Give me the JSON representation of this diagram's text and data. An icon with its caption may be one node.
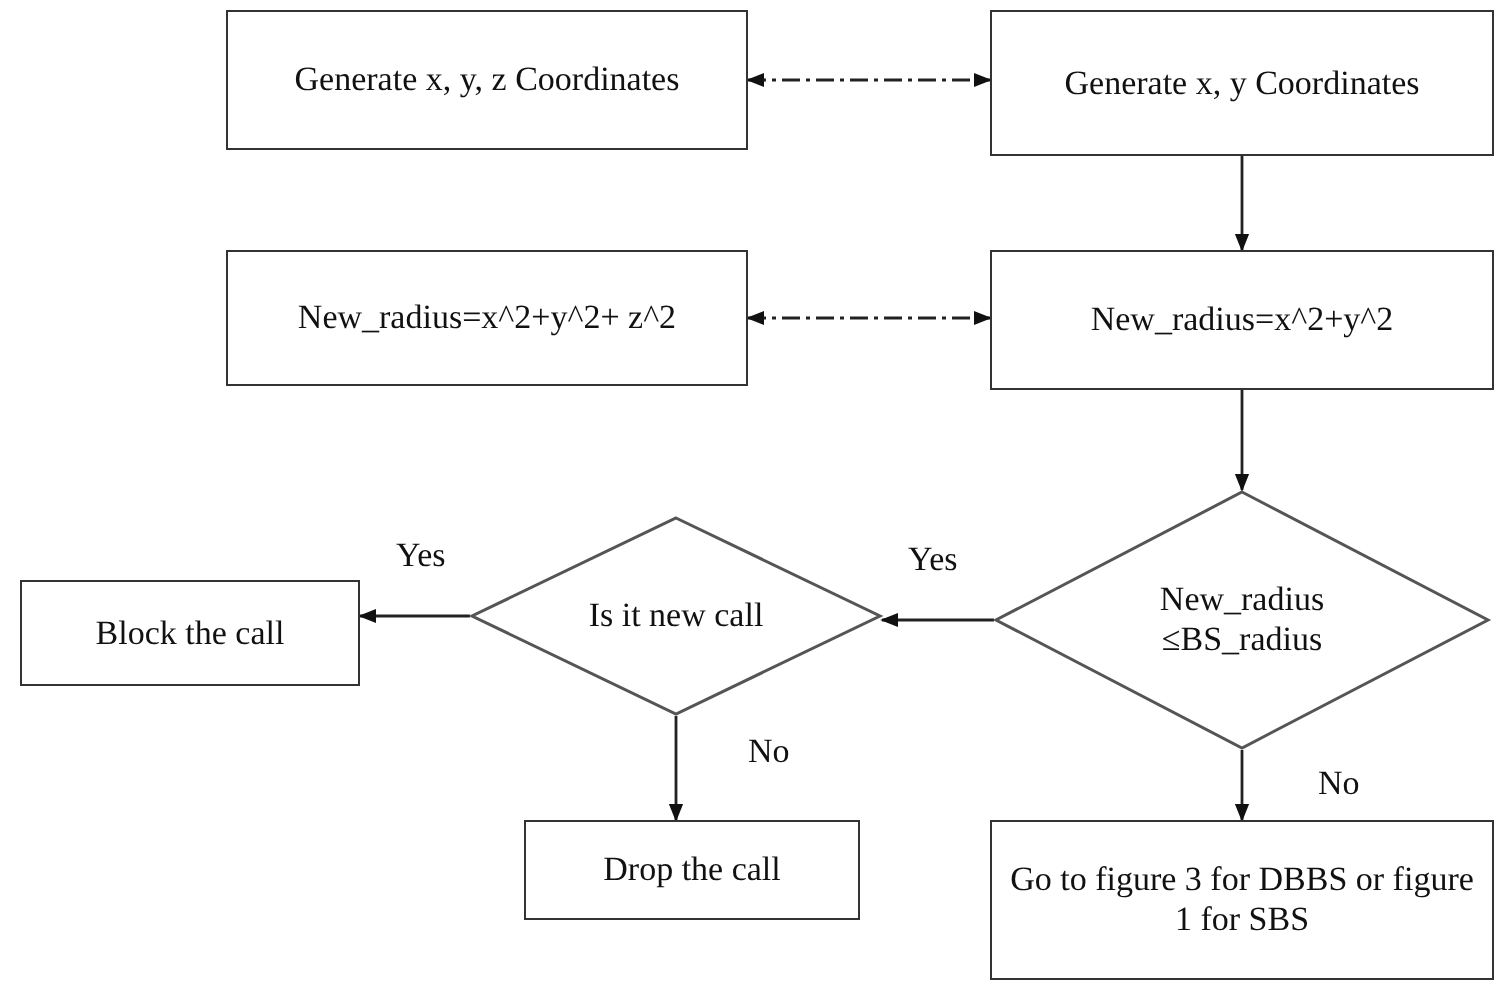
{
  "diagram": {
    "nodes": [
      {
        "text": [
          "Generate x, y, z Coordinates"
        ]
      },
      {
        "text": [
          "Generate x, y Coordinates"
        ]
      },
      {
        "text": [
          "New_radius=x^2+y^2+ z^2"
        ]
      },
      {
        "text": [
          "New_radius=x^2+y^2"
        ]
      },
      {
        "text": [
          "New_radius ≤BS_radius"
        ]
      },
      {
        "text": [
          "Is it new call"
        ]
      },
      {
        "text": [
          "Block the call"
        ]
      },
      {
        "text": [
          "Drop the call"
        ]
      },
      {
        "text": [
          "Go to figure 3 for DBBS or figure 1 for SBS"
        ]
      }
    ],
    "edges": [
      {
        "from": 0,
        "to": 1,
        "arrow": "both",
        "style": "dashed"
      },
      {
        "from": 2,
        "to": 3,
        "arrow": "both",
        "style": "dashed"
      },
      {
        "from": 1,
        "to": 3,
        "arrow": "to"
      },
      {
        "from": 3,
        "to": 4,
        "arrow": "to"
      },
      {
        "from": 4,
        "to": 5,
        "arrow": "to",
        "label": "Yes"
      },
      {
        "from": 4,
        "to": 8,
        "arrow": "to",
        "label": "No"
      },
      {
        "from": 5,
        "to": 6,
        "arrow": "to",
        "label": "Yes"
      },
      {
        "from": 5,
        "to": 7,
        "arrow": "to",
        "label": "No"
      }
    ]
  }
}
